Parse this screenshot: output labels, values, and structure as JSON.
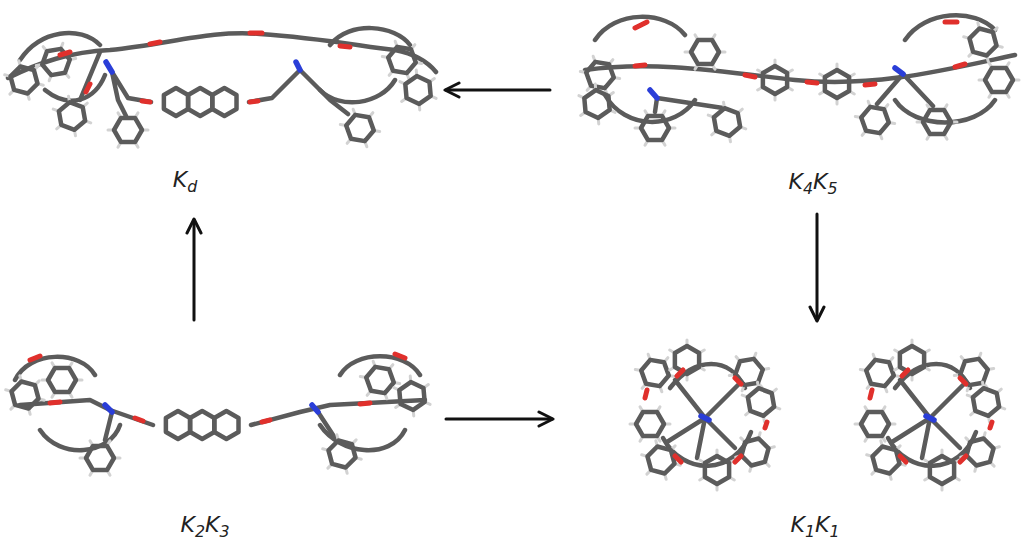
{
  "diagram": {
    "nodes": [
      {
        "text": [
          "Kd"
        ]
      },
      {
        "text": [
          "K4K5"
        ]
      },
      {
        "text": [
          "K2K3"
        ]
      },
      {
        "text": [
          "K1K1"
        ]
      }
    ],
    "edges": [
      {
        "from": 1,
        "to": 0,
        "arrow": "to"
      },
      {
        "from": 2,
        "to": 0,
        "arrow": "to"
      },
      {
        "from": 2,
        "to": 3,
        "arrow": "to"
      },
      {
        "from": 1,
        "to": 3,
        "arrow": "to"
      }
    ]
  }
}
